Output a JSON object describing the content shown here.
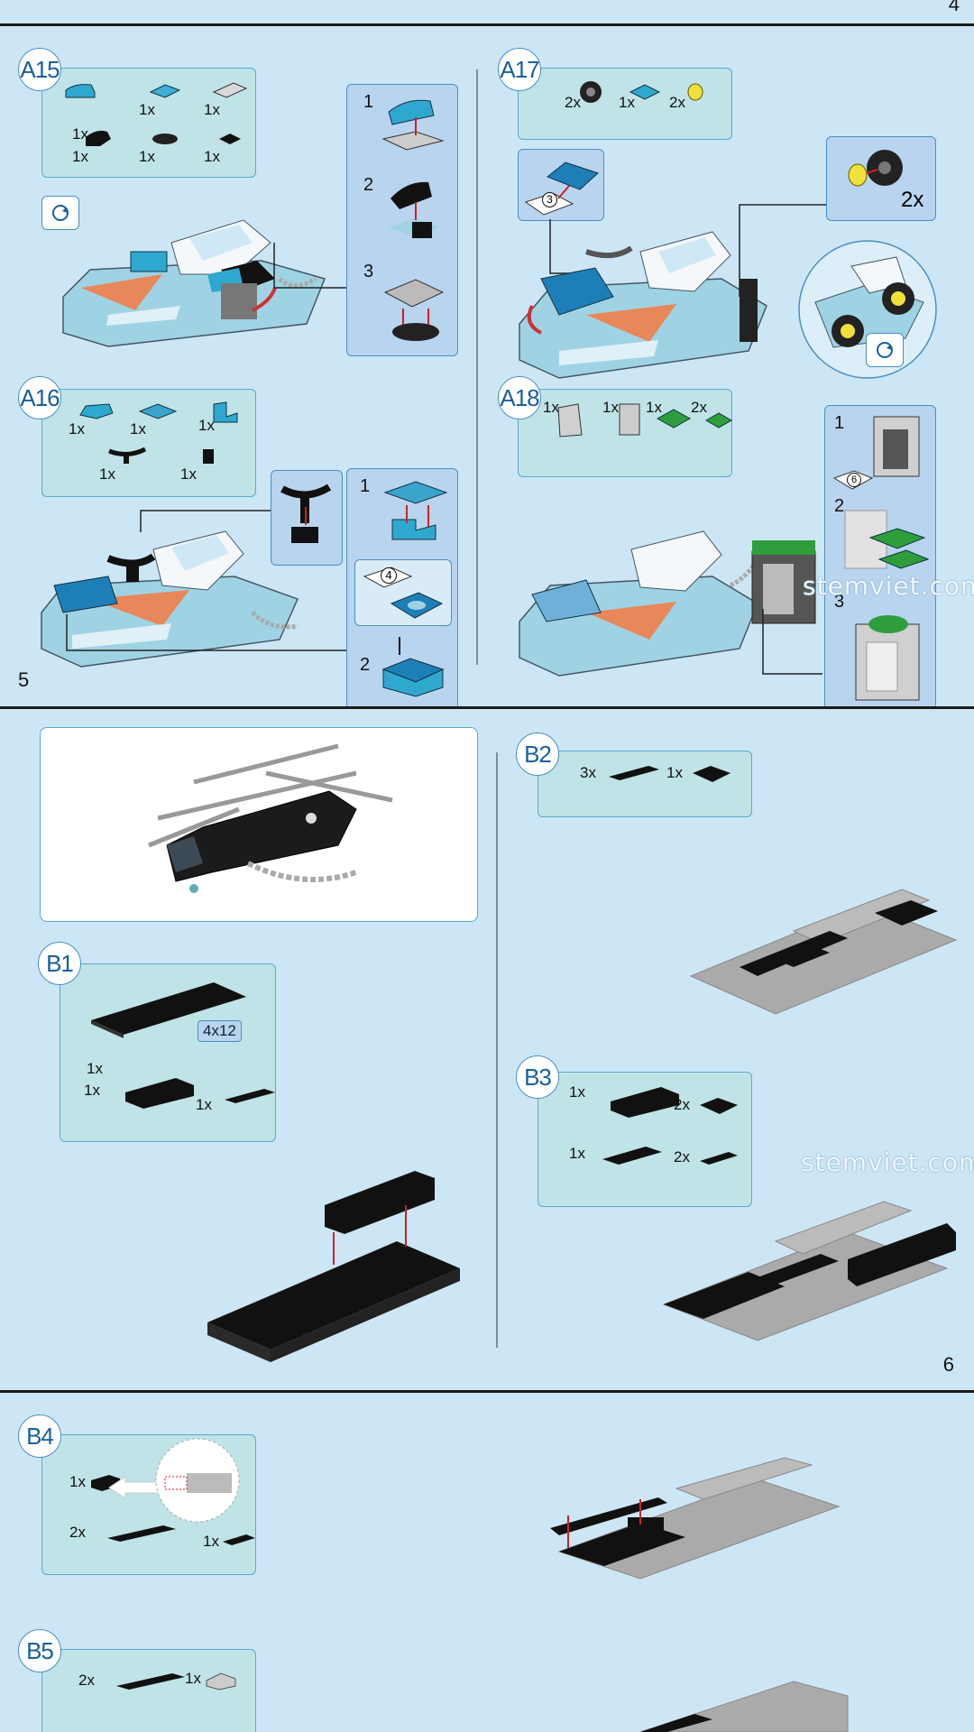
{
  "pages": [
    {
      "number": "4"
    },
    {
      "number": "5"
    },
    {
      "number": "6"
    }
  ],
  "watermark": "stemviet.com",
  "steps": {
    "A15": {
      "label": "A15",
      "parts": [
        "1x",
        "1x",
        "1x",
        "1x",
        "1x",
        "1x"
      ],
      "substeps": [
        "1",
        "2",
        "3"
      ]
    },
    "A16": {
      "label": "A16",
      "parts": [
        "1x",
        "1x",
        "1x",
        "1x",
        "1x"
      ],
      "substeps": [
        "1",
        "2"
      ],
      "sticker": "4"
    },
    "A17": {
      "label": "A17",
      "parts": [
        "2x",
        "1x",
        "2x"
      ],
      "callout_qty": "2x",
      "sticker": "3"
    },
    "A18": {
      "label": "A18",
      "parts": [
        "1x",
        "1x",
        "1x",
        "2x"
      ],
      "substeps": [
        "1",
        "2",
        "3"
      ],
      "sticker": "6"
    },
    "B1": {
      "label": "B1",
      "parts": [
        "1x",
        "1x",
        "1x"
      ],
      "size_tag": "4x12"
    },
    "B2": {
      "label": "B2",
      "parts": [
        "3x",
        "1x"
      ]
    },
    "B3": {
      "label": "B3",
      "parts": [
        "1x",
        "2x",
        "1x",
        "2x"
      ]
    },
    "B4": {
      "label": "B4",
      "parts": [
        "1x",
        "2x",
        "1x"
      ]
    },
    "B5": {
      "label": "B5",
      "parts": [
        "2x",
        "1x"
      ]
    }
  },
  "colors": {
    "background": "#cde6f6",
    "accent": "#1a5fa0",
    "parts_box": "#bfe3e6",
    "sub_box": "#b9d4ee"
  }
}
